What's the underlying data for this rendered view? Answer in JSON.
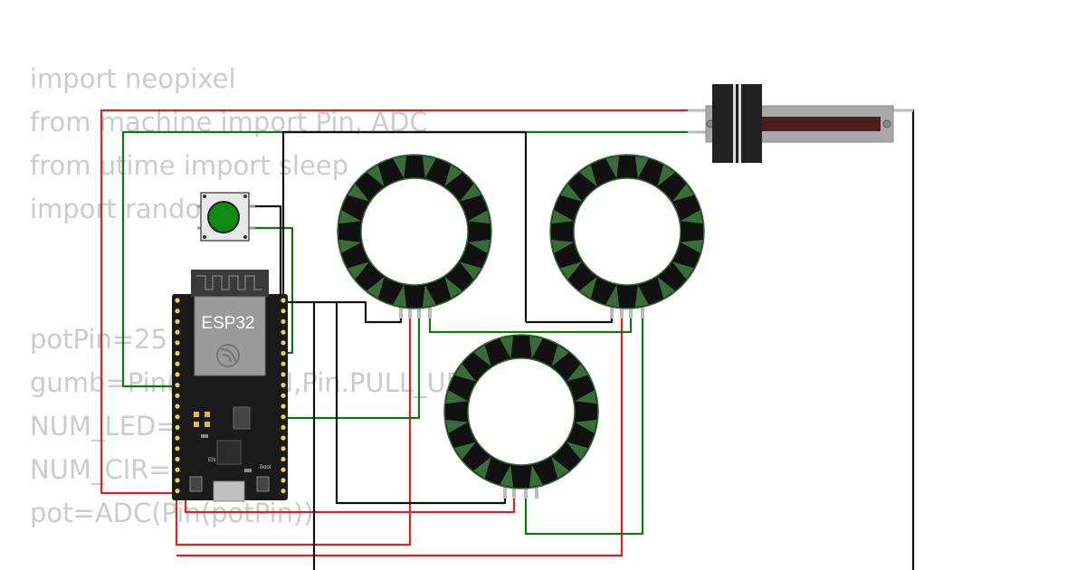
{
  "code_lines": [
    "import neopixel",
    "from machine import Pin, ADC",
    "from utime import sleep",
    "import random",
    "",
    "",
    "potPin=25",
    "gumb=Pin(26,Pin.IN,Pin.PULL_UP)",
    "NUM_LED=16",
    "NUM_CIR=3",
    "pot=ADC(Pin(potPin))"
  ],
  "board": {
    "chip_label": "ESP32",
    "boot_label": "Boot",
    "en_label": "EN"
  },
  "colors": {
    "code_text": "#cccccc",
    "wire_red": "#dd2222",
    "wire_green": "#117711",
    "wire_black": "#111111",
    "ring_body": "#111111",
    "ring_led": "#3a6b3a",
    "button_cap": "#118811",
    "pot_track": "#4a1e1e"
  }
}
